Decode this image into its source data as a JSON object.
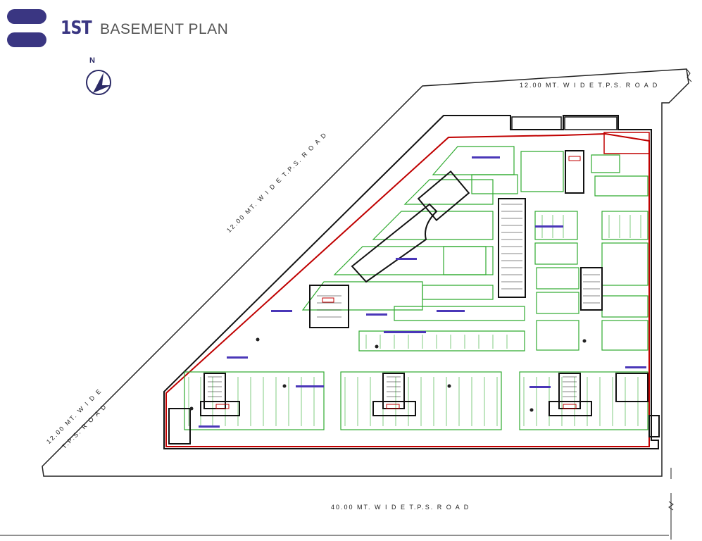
{
  "header": {
    "level": "1ST",
    "title": "BASEMENT PLAN",
    "brand_color": "#3a3682"
  },
  "compass": {
    "label": "N",
    "icon": "north-arrow-icon"
  },
  "roads": {
    "top": "12.00 MT. W I D E   T.P.S.   R O A D",
    "diagonal": "12.00 MT. W I D E  T.P.S.  R O A D",
    "left_line1": "12.00 MT. W I D E",
    "left_line2": "T.P.S.  R O A D",
    "bottom": "40.00 MT.  W I D E   T.P.S.   R O A D"
  },
  "colors": {
    "boundary": "#c00000",
    "parking": "#2faa2f",
    "core": "#222222",
    "label": "#4a37b8"
  }
}
